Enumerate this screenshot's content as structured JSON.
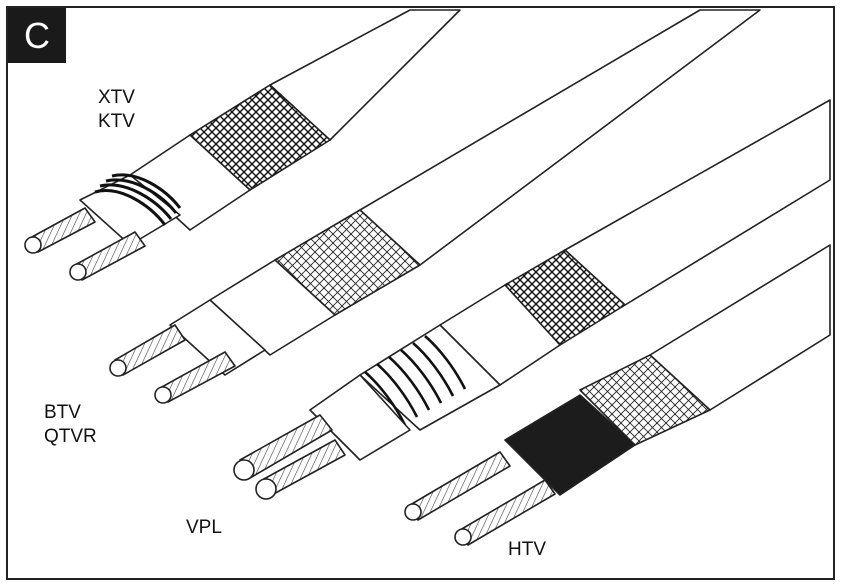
{
  "panel": {
    "letter": "C"
  },
  "cables": [
    {
      "labels": [
        "XTV",
        "KTV"
      ]
    },
    {
      "labels": [
        "BTV",
        "QTVR"
      ]
    },
    {
      "labels": [
        "VPL"
      ]
    },
    {
      "labels": [
        "HTV"
      ]
    }
  ],
  "colors": {
    "outline": "#222222",
    "jacket": "#ffffff",
    "braid": "#1a1a1a",
    "dark_sheath": "#1c1c1c"
  }
}
